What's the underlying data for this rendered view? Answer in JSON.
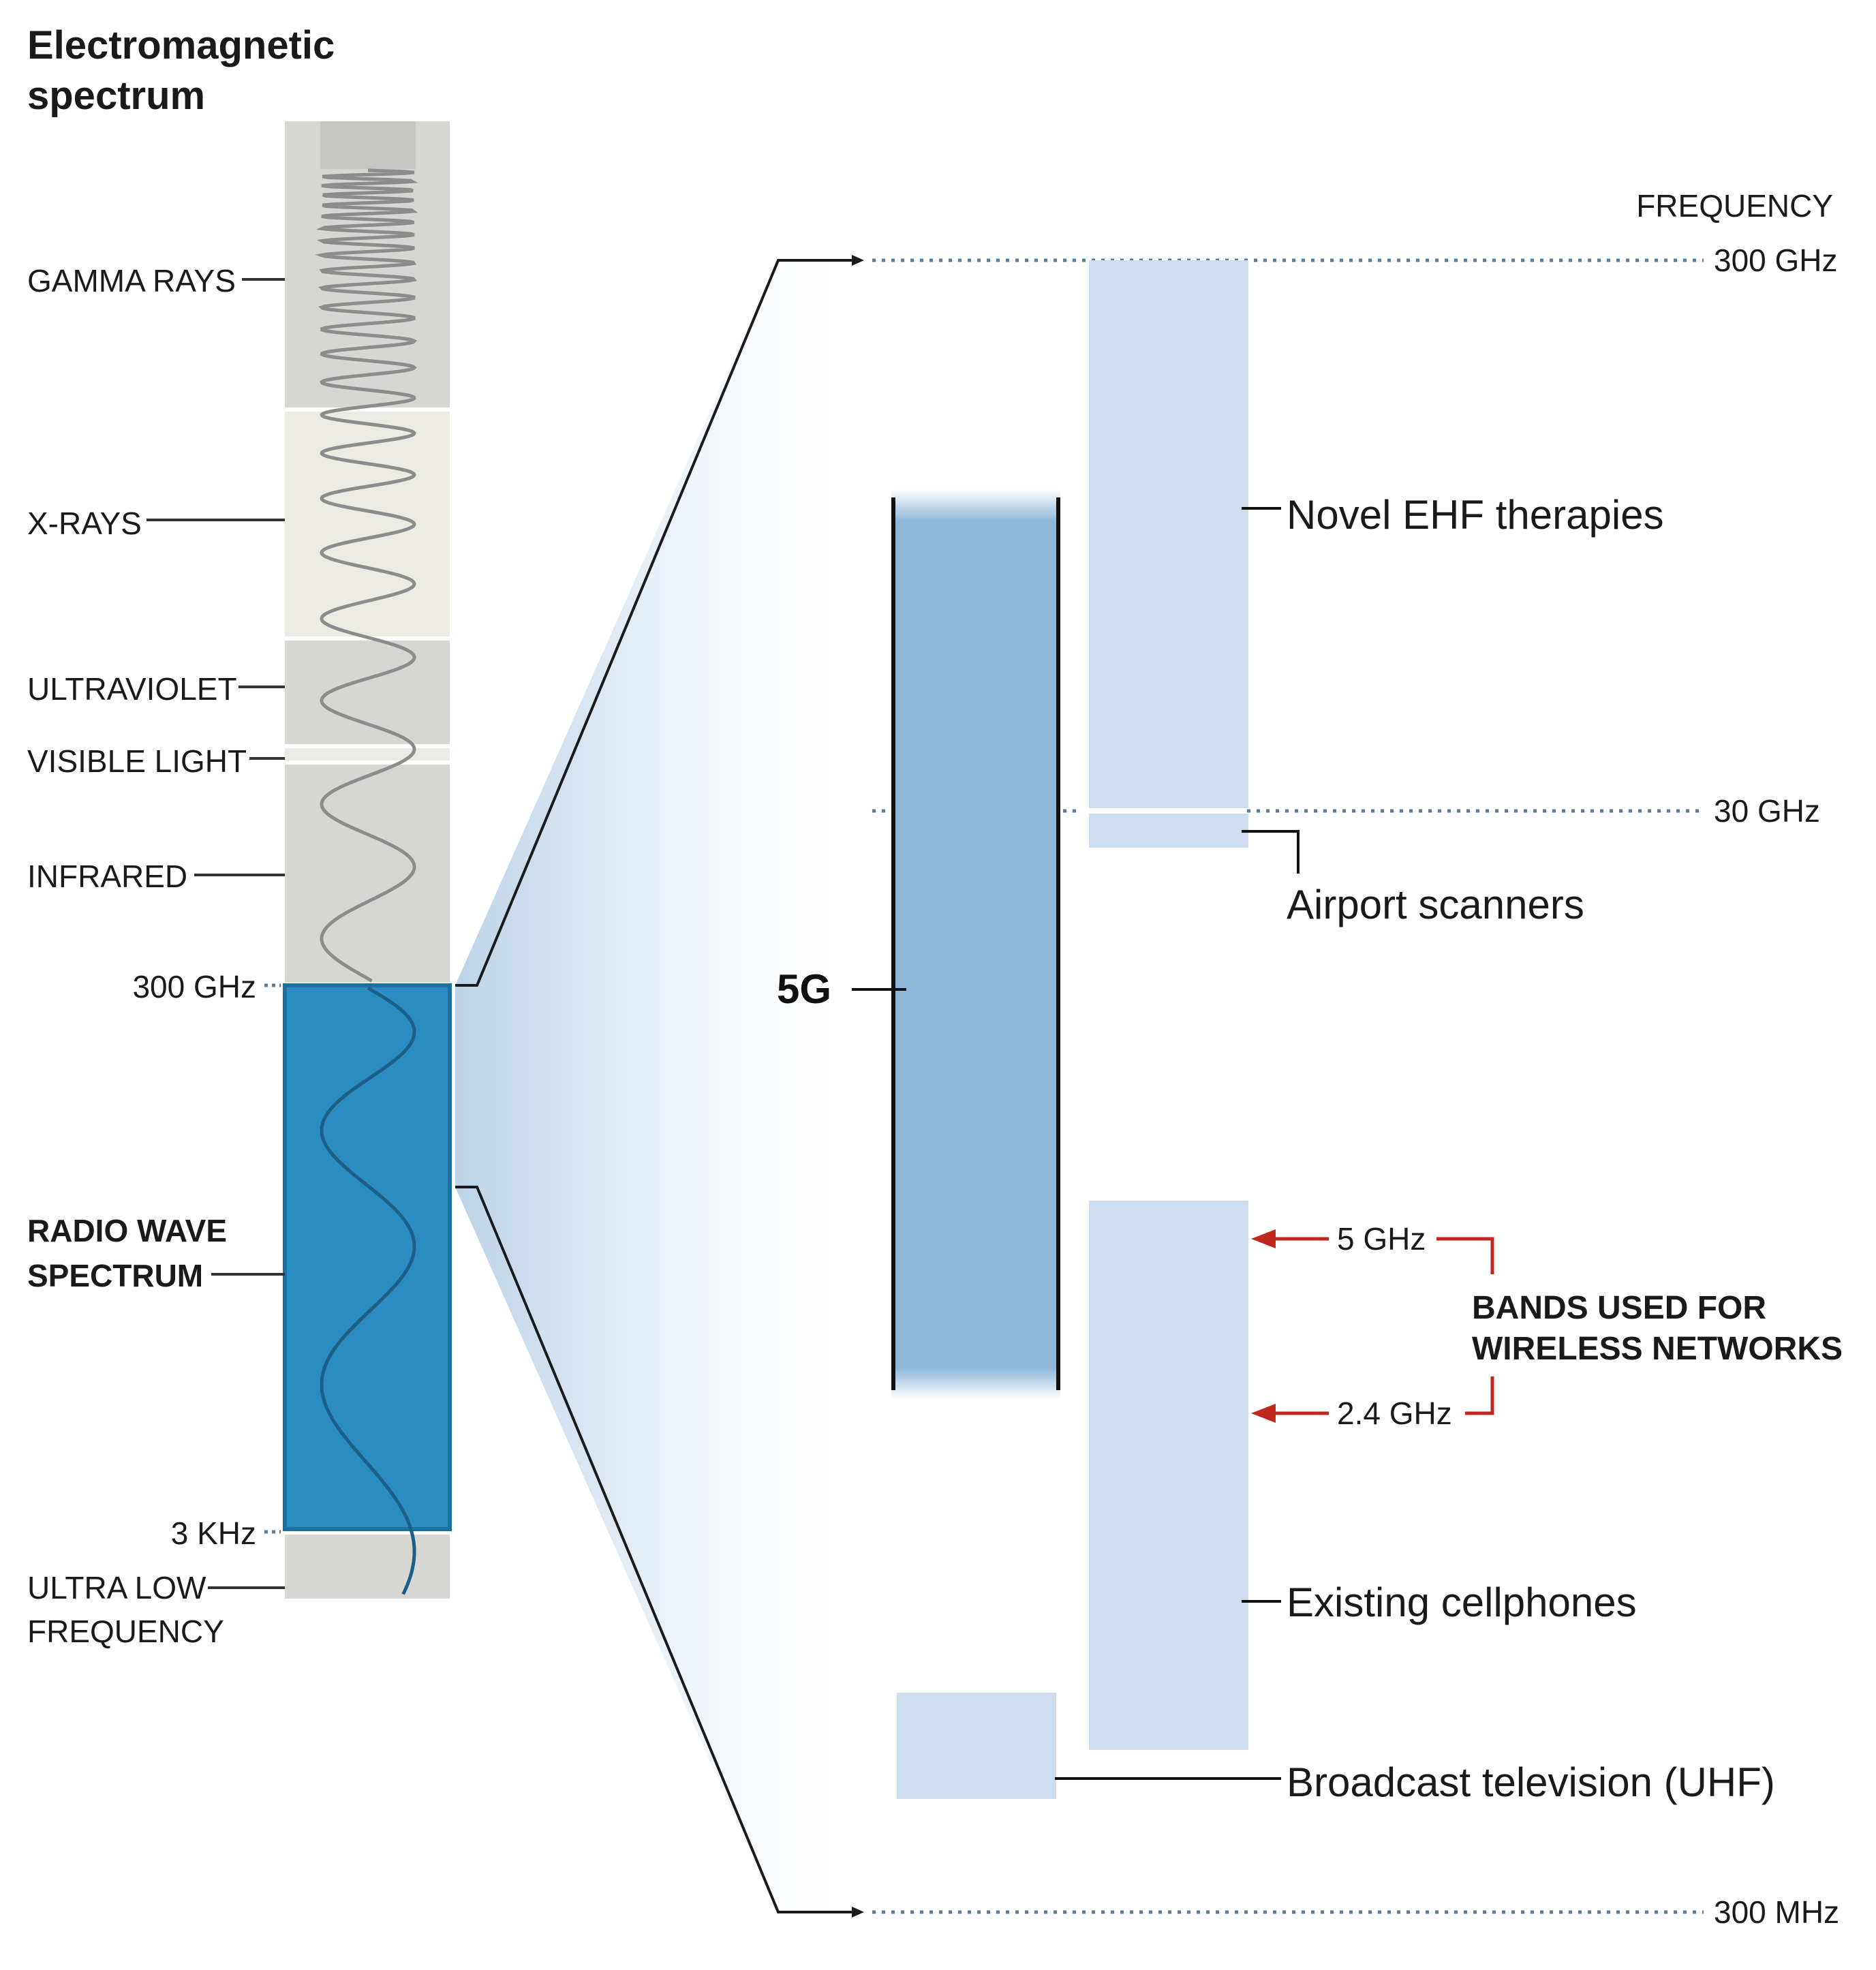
{
  "title": [
    "Electromagnetic",
    "spectrum"
  ],
  "spectrum": {
    "gamma": "GAMMA RAYS",
    "xrays": "X-RAYS",
    "ultraviolet": "ULTRAVIOLET",
    "visible": "VISIBLE LIGHT",
    "infrared": "INFRARED",
    "radio": [
      "RADIO WAVE",
      "SPECTRUM"
    ],
    "ulf": [
      "ULTRA LOW",
      "FREQUENCY"
    ],
    "tick_300ghz": "300 GHz",
    "tick_3khz": "3 KHz"
  },
  "detail": {
    "frequency_header": "FREQUENCY",
    "scale_300ghz": "300 GHz",
    "scale_30ghz": "30 GHz",
    "scale_300mhz": "300 MHz",
    "band_5g": "5G",
    "novel_ehf": "Novel EHF therapies",
    "airport": "Airport scanners",
    "cellphones": "Existing cellphones",
    "broadcast": "Broadcast television (UHF)",
    "wifi_5": "5 GHz",
    "wifi_24": "2.4 GHz",
    "bands_label": [
      "BANDS USED FOR",
      "WIRELESS NETWORKS"
    ]
  },
  "colors": {
    "radio_blue": "#2a8cc0",
    "band_5g": "#8db8da",
    "band_light": "#cddded",
    "wave": "#8c8c8c",
    "arrow_red": "#c0271d",
    "grey_band": "#d6d6d2",
    "xray_band": "#ebebe3"
  }
}
